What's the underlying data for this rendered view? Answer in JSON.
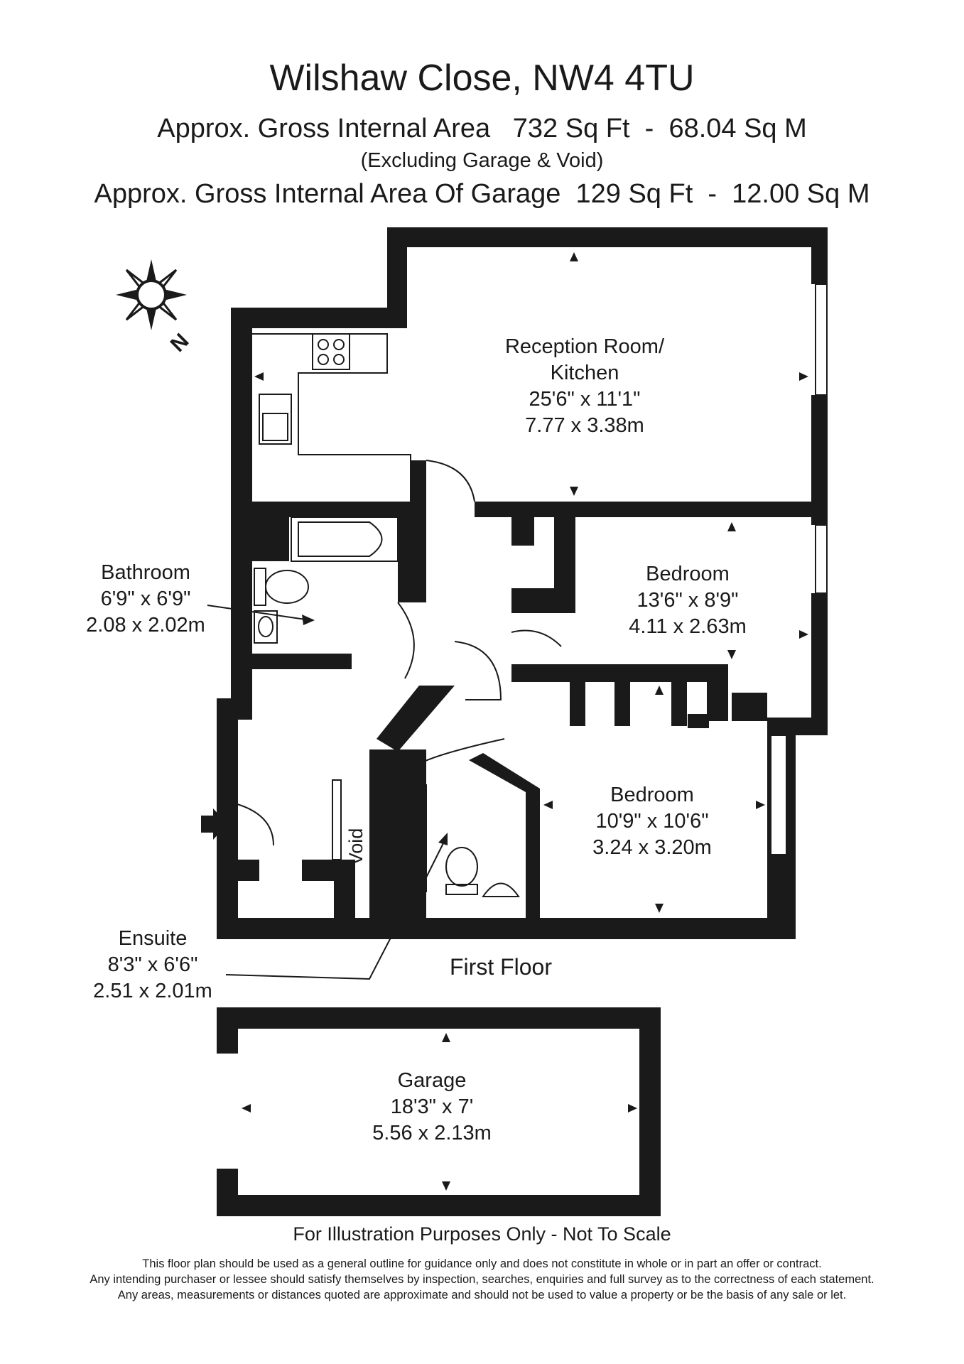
{
  "header": {
    "title": "Wilshaw Close, NW4 4TU",
    "area_line": "Approx. Gross Internal Area   732 Sq Ft  -  68.04 Sq M",
    "exclusion_note": "(Excluding Garage & Void)",
    "garage_area_line": "Approx. Gross Internal Area Of Garage  129 Sq Ft  -  12.00 Sq M"
  },
  "compass": {
    "north_label": "N"
  },
  "floor_label": "First Floor",
  "rooms": {
    "reception": {
      "name_1": "Reception Room/",
      "name_2": "Kitchen",
      "imperial": "25'6\" x 11'1\"",
      "metric": "7.77 x 3.38m"
    },
    "bedroom1": {
      "name": "Bedroom",
      "imperial": "13'6\" x 8'9\"",
      "metric": "4.11 x 2.63m"
    },
    "bedroom2": {
      "name": "Bedroom",
      "imperial": "10'9\" x 10'6\"",
      "metric": "3.24 x 3.20m"
    },
    "bathroom": {
      "name": "Bathroom",
      "imperial": "6'9\" x 6'9\"",
      "metric": "2.08 x 2.02m"
    },
    "ensuite": {
      "name": "Ensuite",
      "imperial": "8'3\" x 6'6\"",
      "metric": "2.51 x 2.01m"
    },
    "void": {
      "name": "Void"
    },
    "garage": {
      "name": "Garage",
      "imperial": "18'3\" x 7'",
      "metric": "5.56 x 2.13m"
    }
  },
  "footer": {
    "disclaimer_main": "For Illustration Purposes Only - Not To Scale",
    "disclaimer_1": "This floor plan should be used as a general outline for guidance only and does not constitute in whole or in part an offer or contract.",
    "disclaimer_2": "Any intending purchaser or lessee should satisfy themselves by inspection, searches, enquiries and full survey as to the correctness of each statement.",
    "disclaimer_3": "Any areas, measurements or distances quoted are approximate and should not be used to value a property or be the basis of any sale or let."
  },
  "colors": {
    "wall": "#1a1a1a",
    "background": "#ffffff"
  },
  "icons": [
    "compass-rose-icon",
    "entrance-arrow-icon",
    "hob-icon",
    "sink-icon",
    "bath-icon",
    "toilet-icon",
    "basin-icon"
  ]
}
